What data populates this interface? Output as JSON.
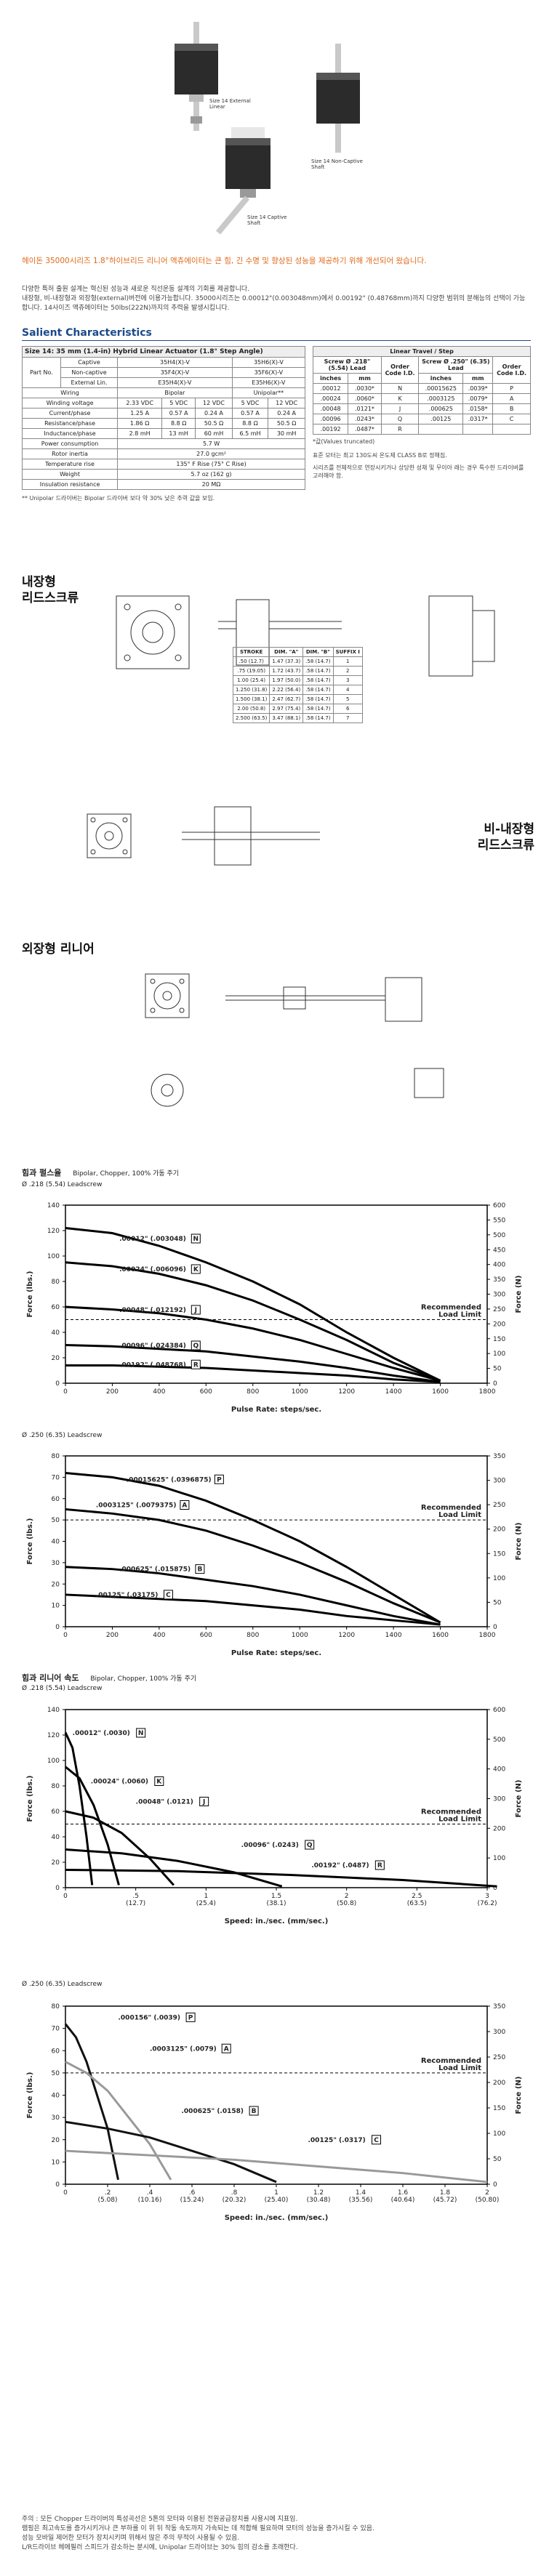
{
  "hero": {
    "captions": [
      "Size 14 External Linear",
      "Size 14 Non-Captive Shaft",
      "Size 14 Captive Shaft"
    ]
  },
  "intro": {
    "headline": "헤이돈 35000시리즈 1.8°하이브리드 리니어 액츄에이터는 큰 힘, 긴 수명 및 향상된 성능을 제공하기 위해 개선되어 왔습니다.",
    "body1": "다양한 특허 출원 설계는 혁신된 성능과 새로운 직선운동 설계의 기회를 제공합니다.",
    "body2": "내장형, 비-내장형과 외장형(external)버전에 이용가능합니다. 35000시리즈는 0.00012\"(0.003048mm)에서 0.00192\" (0.48768mm)까지 다양한 범위의 분해능의 선택이 가능합니다. 14사이즈 액츄에이터는 50lbs(222N)까지의 추력을 발생시킵니다."
  },
  "section_title": "Salient Characteristics",
  "spec": {
    "title": "Size 14: 35 mm (1.4-in) Hybrid Linear Actuator",
    "title_suffix": "(1.8° Step Angle)",
    "part_no_label": "Part No.",
    "rows_part": [
      {
        "label": "Captive",
        "v1": "35H4(X)-V",
        "v2": "35H6(X)-V"
      },
      {
        "label": "Non-captive",
        "v1": "35F4(X)-V",
        "v2": "35F6(X)-V"
      },
      {
        "label": "External Lin.",
        "v1": "E35H4(X)-V",
        "v2": "E35H6(X)-V"
      }
    ],
    "wiring_label": "Wiring",
    "wiring_bipolar": "Bipolar",
    "wiring_unipolar": "Unipolar**",
    "winding_label": "Winding voltage",
    "winding": [
      "2.33 VDC",
      "5 VDC",
      "12 VDC",
      "5 VDC",
      "12 VDC"
    ],
    "current_label": "Current/phase",
    "current": [
      "1.25 A",
      "0.57 A",
      "0.24 A",
      "0.57 A",
      "0.24 A"
    ],
    "resist_label": "Resistance/phase",
    "resist": [
      "1.86 Ω",
      "8.8 Ω",
      "50.5 Ω",
      "8.8 Ω",
      "50.5 Ω"
    ],
    "induct_label": "Inductance/phase",
    "induct": [
      "2.8 mH",
      "13 mH",
      "60 mH",
      "6.5 mH",
      "30 mH"
    ],
    "power_label": "Power consumption",
    "power": "5.7 W",
    "rotor_label": "Rotor inertia",
    "rotor": "27.0 gcm²",
    "temp_label": "Temperature rise",
    "temp": "135° F Rise (75° C Rise)",
    "weight_label": "Weight",
    "weight": "5.7 oz (162 g)",
    "insul_label": "Insulation resistance",
    "insul": "20 MΩ",
    "footnote": "** Unipolar 드라이버는 Bipolar 드라이버 보다 약 30% 낮은 추력 값을 보임."
  },
  "travel": {
    "title": "Linear Travel / Step",
    "h_screw1": "Screw Ø .218\" (5.54) Lead",
    "h_code": "Order Code I.D.",
    "h_screw2": "Screw Ø .250\" (6.35) Lead",
    "h_inches": "inches",
    "h_mm": "mm",
    "rows": [
      {
        "in1": ".00012",
        "mm1": ".0030*",
        "c1": "N",
        "in2": ".00015625",
        "mm2": ".0039*",
        "c2": "P"
      },
      {
        "in1": ".00024",
        "mm1": ".0060*",
        "c1": "K",
        "in2": ".0003125",
        "mm2": ".0079*",
        "c2": "A"
      },
      {
        "in1": ".00048",
        "mm1": ".0121*",
        "c1": "J",
        "in2": ".000625",
        "mm2": ".0158*",
        "c2": "B"
      },
      {
        "in1": ".00096",
        "mm1": ".0243*",
        "c1": "Q",
        "in2": ".00125",
        "mm2": ".0317*",
        "c2": "C"
      },
      {
        "in1": ".00192",
        "mm1": ".0487*",
        "c1": "R",
        "in2": "",
        "mm2": "",
        "c2": ""
      }
    ],
    "note": "*값(Values truncated)",
    "side1": "표준 모터는 최고 130도씨 온도제 CLASS B로 정해짐.",
    "side2": "시리즈를 전체적으로 연장시키거나 상당한 성채 및 무이아 래는 경우 특수한 드라이버를 고려해야 함."
  },
  "labels": {
    "captive": "내장형\n리드스크류",
    "noncaptive": "비-내장형\n리드스크류",
    "external": "외장형 리니어"
  },
  "stroke_table": {
    "headers": [
      "STROKE",
      "DIM. \"A\"",
      "DIM. \"B\"",
      "SUFFIX I"
    ],
    "rows": [
      [
        ".50 (12.7)",
        "1.47 (37.3)",
        ".58 (14.7)",
        "1"
      ],
      [
        ".75 (19.05)",
        "1.72 (43.7)",
        ".58 (14.7)",
        "2"
      ],
      [
        "1.00 (25.4)",
        "1.97 (50.0)",
        ".58 (14.7)",
        "3"
      ],
      [
        "1.250 (31.8)",
        "2.22 (56.4)",
        ".58 (14.7)",
        "4"
      ],
      [
        "1.500 (38.1)",
        "2.47 (62.7)",
        ".58 (14.7)",
        "5"
      ],
      [
        "2.00 (50.8)",
        "2.97 (75.4)",
        ".58 (14.7)",
        "6"
      ],
      [
        "2.500 (63.5)",
        "3.47 (88.1)",
        ".58 (14.7)",
        "7"
      ]
    ]
  },
  "charts_force_title": "힘과 펄스율",
  "charts_force_sub": "Bipolar, Chopper, 100% 가동 주기",
  "charts_speed_title": "힘과 리니어 속도",
  "charts_speed_sub": "Bipolar, Chopper, 100% 가동 주기",
  "chart_data": [
    {
      "type": "line",
      "title": "Ø .218 (5.54) Leadscrew",
      "xlabel": "Pulse Rate: steps/sec.",
      "ylabel": "Force (lbs.)",
      "y2label": "Force (N)",
      "xlim": [
        0,
        1800
      ],
      "ylim": [
        0,
        140
      ],
      "y2lim": [
        0,
        600
      ],
      "xticks": [
        0,
        200,
        400,
        600,
        800,
        1000,
        1200,
        1400,
        1600,
        1800
      ],
      "yticks": [
        0,
        20,
        40,
        60,
        80,
        100,
        120,
        140
      ],
      "y2ticks": [
        0,
        50,
        100,
        150,
        200,
        250,
        300,
        350,
        400,
        450,
        500,
        550,
        600
      ],
      "recommended": 50,
      "recommended_label": "Recommended\nLoad Limit",
      "series": [
        {
          "name": ".00012\" (.003048)",
          "code": "N",
          "x": [
            0,
            200,
            400,
            600,
            800,
            1000,
            1200,
            1400,
            1600
          ],
          "y": [
            122,
            118,
            108,
            95,
            80,
            62,
            40,
            20,
            2
          ],
          "lx": 230,
          "ly": 112
        },
        {
          "name": ".00024\" (.006096)",
          "code": "K",
          "x": [
            0,
            200,
            400,
            600,
            800,
            1000,
            1200,
            1400,
            1600
          ],
          "y": [
            95,
            92,
            86,
            77,
            65,
            50,
            34,
            16,
            2
          ],
          "lx": 230,
          "ly": 88
        },
        {
          "name": ".00048\" (.012192)",
          "code": "J",
          "x": [
            0,
            200,
            400,
            600,
            800,
            1000,
            1200,
            1400,
            1600
          ],
          "y": [
            60,
            58,
            55,
            50,
            43,
            34,
            23,
            12,
            2
          ],
          "lx": 230,
          "ly": 56
        },
        {
          "name": ".00096\" (.024384)",
          "code": "Q",
          "x": [
            0,
            200,
            400,
            600,
            800,
            1000,
            1200,
            1400,
            1600
          ],
          "y": [
            30,
            29,
            27,
            25,
            21,
            17,
            12,
            6,
            1
          ],
          "lx": 230,
          "ly": 28
        },
        {
          "name": ".00192\" (.048768)",
          "code": "R",
          "x": [
            0,
            200,
            400,
            600,
            800,
            1000,
            1200,
            1400,
            1600
          ],
          "y": [
            14,
            14,
            13,
            12,
            10,
            8,
            6,
            3,
            1
          ],
          "lx": 230,
          "ly": 13
        }
      ]
    },
    {
      "type": "line",
      "title": "Ø .250 (6.35) Leadscrew",
      "xlabel": "Pulse Rate: steps/sec.",
      "ylabel": "Force (lbs.)",
      "y2label": "Force (N)",
      "xlim": [
        0,
        1800
      ],
      "ylim": [
        0,
        80
      ],
      "y2lim": [
        0,
        350
      ],
      "xticks": [
        0,
        200,
        400,
        600,
        800,
        1000,
        1200,
        1400,
        1600,
        1800
      ],
      "yticks": [
        0,
        10,
        20,
        30,
        40,
        50,
        60,
        70,
        80
      ],
      "y2ticks": [
        0,
        50,
        100,
        150,
        200,
        250,
        300,
        350
      ],
      "recommended": 50,
      "recommended_label": "Recommended\nLoad Limit",
      "series": [
        {
          "name": ".00015625\" (.0396875)",
          "code": "P",
          "x": [
            0,
            200,
            400,
            600,
            800,
            1000,
            1200,
            1400,
            1600
          ],
          "y": [
            72,
            70,
            66,
            59,
            50,
            40,
            28,
            15,
            2
          ],
          "lx": 260,
          "ly": 68
        },
        {
          "name": ".0003125\" (.0079375)",
          "code": "A",
          "x": [
            0,
            200,
            400,
            600,
            800,
            1000,
            1200,
            1400,
            1600
          ],
          "y": [
            55,
            53,
            50,
            45,
            38,
            30,
            21,
            11,
            2
          ],
          "lx": 130,
          "ly": 56
        },
        {
          "name": ".000625\" (.015875)",
          "code": "B",
          "x": [
            0,
            200,
            400,
            600,
            800,
            1000,
            1200,
            1400,
            1600
          ],
          "y": [
            28,
            27,
            25,
            22,
            19,
            15,
            10,
            5,
            1
          ],
          "lx": 230,
          "ly": 26
        },
        {
          "name": ".00125\" (.03175)",
          "code": "C",
          "x": [
            0,
            200,
            400,
            600,
            800,
            1000,
            1200,
            1400,
            1600
          ],
          "y": [
            15,
            14,
            13,
            12,
            10,
            8,
            5,
            3,
            1
          ],
          "lx": 130,
          "ly": 14
        }
      ]
    },
    {
      "type": "line",
      "title": "Ø .218 (5.54) Leadscrew",
      "xlabel": "Speed: in./sec. (mm/sec.)",
      "ylabel": "Force (lbs.)",
      "y2label": "Force (N)",
      "xlim": [
        0,
        3
      ],
      "ylim": [
        0,
        140
      ],
      "y2lim": [
        0,
        600
      ],
      "xticks": [
        0,
        0.5,
        1,
        1.5,
        2,
        2.5,
        3
      ],
      "xticklabels": [
        "0",
        ".5\n(12.7)",
        "1\n(25.4)",
        "1.5\n(38.1)",
        "2\n(50.8)",
        "2.5\n(63.5)",
        "3\n(76.2)"
      ],
      "yticks": [
        0,
        20,
        40,
        60,
        80,
        100,
        120,
        140
      ],
      "y2ticks": [
        0,
        100,
        200,
        300,
        400,
        500,
        600
      ],
      "recommended": 50,
      "recommended_label": "Recommended\nLoad Limit",
      "series": [
        {
          "name": ".00012\" (.0030)",
          "code": "N",
          "x": [
            0,
            0.05,
            0.1,
            0.15,
            0.19
          ],
          "y": [
            122,
            110,
            80,
            40,
            2
          ],
          "lx": 0.05,
          "ly": 120
        },
        {
          "name": ".00024\" (.0060)",
          "code": "K",
          "x": [
            0,
            0.1,
            0.2,
            0.3,
            0.38
          ],
          "y": [
            95,
            86,
            65,
            34,
            2
          ],
          "lx": 0.18,
          "ly": 82
        },
        {
          "name": ".00048\" (.0121)",
          "code": "J",
          "x": [
            0,
            0.2,
            0.4,
            0.6,
            0.77
          ],
          "y": [
            60,
            55,
            43,
            23,
            2
          ],
          "lx": 0.5,
          "ly": 66
        },
        {
          "name": ".00096\" (.0243)",
          "code": "Q",
          "x": [
            0,
            0.4,
            0.8,
            1.2,
            1.54
          ],
          "y": [
            30,
            27,
            21,
            12,
            1
          ],
          "lx": 1.25,
          "ly": 32
        },
        {
          "name": ".00192\" (.0487)",
          "code": "R",
          "x": [
            0,
            0.8,
            1.6,
            2.4,
            3.07
          ],
          "y": [
            14,
            13,
            10,
            6,
            1
          ],
          "lx": 1.75,
          "ly": 16
        }
      ]
    },
    {
      "type": "line",
      "title": "Ø .250 (6.35) Leadscrew",
      "xlabel": "Speed: in./sec. (mm/sec.)",
      "ylabel": "Force (lbs.)",
      "y2label": "Force (N)",
      "xlim": [
        0,
        2
      ],
      "ylim": [
        0,
        80
      ],
      "y2lim": [
        0,
        350
      ],
      "xticks": [
        0,
        0.2,
        0.4,
        0.6,
        0.8,
        1,
        1.2,
        1.4,
        1.6,
        1.8,
        2
      ],
      "xticklabels": [
        "0",
        ".2\n(5.08)",
        ".4\n(10.16)",
        ".6\n(15.24)",
        ".8\n(20.32)",
        "1\n(25.40)",
        "1.2\n(30.48)",
        "1.4\n(35.56)",
        "1.6\n(40.64)",
        "1.8\n(45.72)",
        "2\n(50.80)"
      ],
      "yticks": [
        0,
        10,
        20,
        30,
        40,
        50,
        60,
        70,
        80
      ],
      "y2ticks": [
        0,
        50,
        100,
        150,
        200,
        250,
        300,
        350
      ],
      "recommended": 50,
      "recommended_label": "Recommended\nLoad Limit",
      "series": [
        {
          "name": ".000156\" (.0039)",
          "code": "P",
          "x": [
            0,
            0.05,
            0.1,
            0.2,
            0.25
          ],
          "y": [
            72,
            66,
            55,
            25,
            2
          ],
          "lx": 0.25,
          "ly": 74
        },
        {
          "name": ".0003125\" (.0079)",
          "code": "A",
          "x": [
            0,
            0.1,
            0.2,
            0.4,
            0.5
          ],
          "y": [
            55,
            50,
            42,
            18,
            2
          ],
          "lx": 0.4,
          "ly": 60
        },
        {
          "name": ".000625\" (.0158)",
          "code": "B",
          "x": [
            0,
            0.2,
            0.4,
            0.8,
            1.0
          ],
          "y": [
            28,
            25,
            21,
            9,
            1
          ],
          "lx": 0.55,
          "ly": 32
        },
        {
          "name": ".00125\" (.0317)",
          "code": "C",
          "x": [
            0,
            0.4,
            0.8,
            1.6,
            2.0
          ],
          "y": [
            15,
            13,
            11,
            5,
            1
          ],
          "lx": 1.15,
          "ly": 19
        }
      ]
    }
  ],
  "footnotes": [
    "주의 : 모든 Chopper 드라이버의 특성곡선은 5톤의 모터와 이용된 전원공급장치를 사용시에 지표임.",
    "램핑은 최고속도를 증가시키거나 큰 부하를 이 위 뒤 작동 속도까지 가속되는 데 적합해 필요하며 모터의 성능을 증가시킬 수 있음.",
    "성능 모바일 제어한 모터가 장치시키며 위해서 많은 주의 무적이 사용될 수 있음.",
    "L/R드라이브 헤에필러 스피드가 감소하는 분시에, Unipolar 드라이브는 30% 힘의 감소를 초래한다."
  ]
}
